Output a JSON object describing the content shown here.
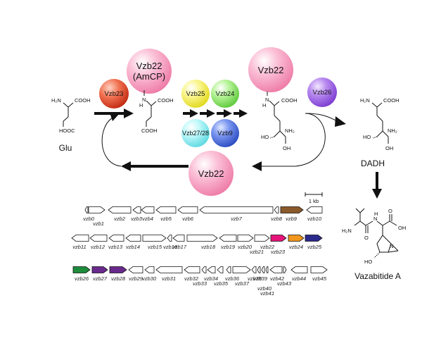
{
  "labels": {
    "glu": "Glu",
    "dadh": "DADH",
    "product": "Vazabitide A",
    "scale": "1 kb"
  },
  "enzymes": {
    "vzb23": "Vzb23",
    "vzb22_top": "Vzb22",
    "vzb22_top_sub": "(AmCP)",
    "vzb25": "Vzb25",
    "vzb24": "Vzb24",
    "vzb2728": "Vzb27/28",
    "vzb9": "Vzb9",
    "vzb22_mid": "Vzb22",
    "vzb26": "Vzb26",
    "vzb22_bottom": "Vzb22"
  },
  "atoms": {
    "h2n": "H₂N",
    "cooh": "COOH",
    "hooc": "HOOC",
    "n": "N",
    "h": "H",
    "nh2": "NH₂",
    "oh": "OH",
    "ho": "HO",
    "o": "O"
  },
  "genes": {
    "row1": [
      "vzb0",
      "vzb1",
      "vzb2",
      "vzb3",
      "vzb4",
      "vzb5",
      "vzb6",
      "vzb7",
      "vzb8",
      "vzb9",
      "vzb10"
    ],
    "row2": [
      "vzb11",
      "vzb12",
      "vzb13",
      "vzb14",
      "vzb15",
      "vzb16",
      "vzb17",
      "vzb18",
      "vzb19",
      "vzb20",
      "vzb21",
      "vzb22",
      "vzb23",
      "vzb24",
      "vzb25"
    ],
    "row3": [
      "vzb26",
      "vzb27",
      "vzb28",
      "vzb29",
      "vzb30",
      "vzb31",
      "vzb32",
      "vzb33",
      "vzb34",
      "vzb35",
      "vzb36",
      "vzb37",
      "vzb38",
      "vzb39",
      "vzb40",
      "vzb41",
      "vzb42",
      "vzb43",
      "vzb44",
      "vzb45"
    ]
  },
  "colors": {
    "vzb23": "#e84a2a",
    "vzb22": "#f7a0c0",
    "vzb25": "#f5f03a",
    "vzb24": "#8ee86a",
    "vzb2728": "#8ef0f2",
    "vzb9": "#4a6ee0",
    "vzb26": "#9a5ce6",
    "gene_vzb9": "#8b5a2b",
    "gene_vzb22": "#e6147a",
    "gene_vzb24": "#f0961e",
    "gene_vzb25": "#2a2a8c",
    "gene_vzb26": "#1e8c3c",
    "gene_vzb2728": "#6a2a8c"
  }
}
